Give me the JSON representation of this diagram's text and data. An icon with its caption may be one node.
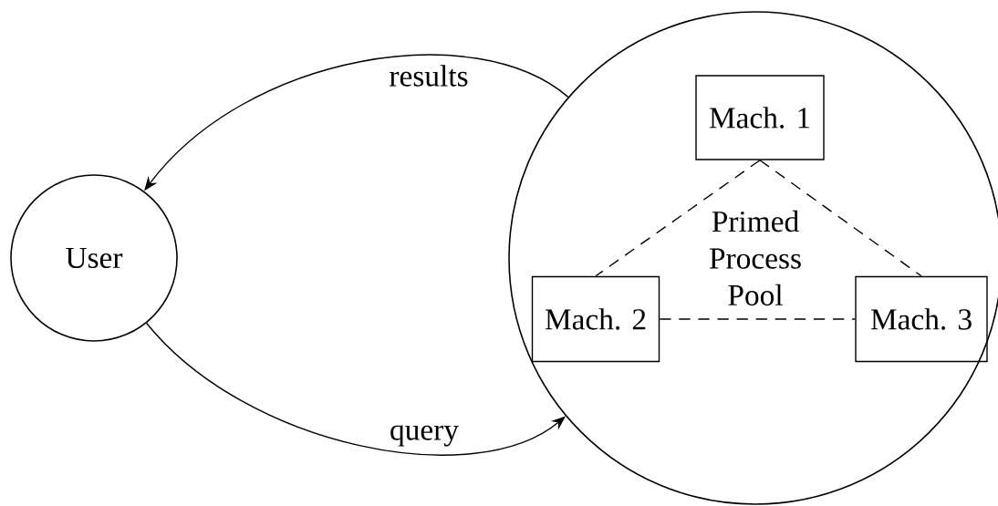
{
  "diagram": {
    "nodes": [
      {
        "text": [
          "User"
        ]
      },
      {
        "text": [
          "Primed Process Pool"
        ]
      },
      {
        "text": [
          "Mach. 1"
        ],
        "in": 1
      },
      {
        "text": [
          "Mach. 2"
        ],
        "in": 1
      },
      {
        "text": [
          "Mach. 3"
        ],
        "in": 1
      }
    ],
    "edges": [
      {
        "from": 1,
        "to": 0,
        "arrow": "to",
        "label": "results"
      },
      {
        "from": 0,
        "to": 1,
        "arrow": "to",
        "label": "query"
      },
      {
        "from": 2,
        "to": 3,
        "arrow": "none",
        "style": "dashed"
      },
      {
        "from": 2,
        "to": 4,
        "arrow": "none",
        "style": "dashed"
      },
      {
        "from": 3,
        "to": 4,
        "arrow": "none",
        "style": "dashed"
      }
    ]
  }
}
